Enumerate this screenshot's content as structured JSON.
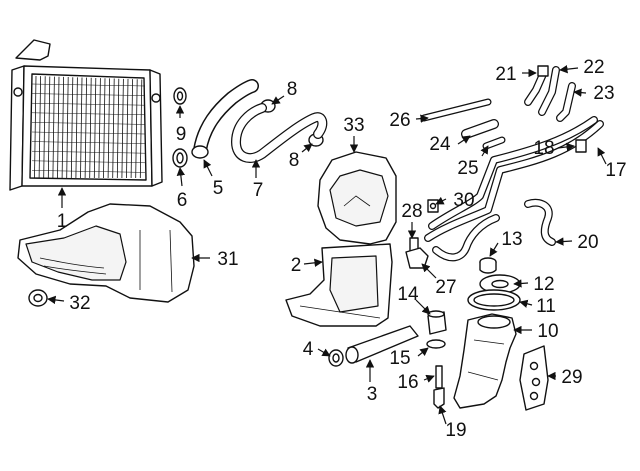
{
  "diagram": {
    "callouts": [
      "1",
      "2",
      "3",
      "4",
      "5",
      "6",
      "7",
      "8",
      "8",
      "9",
      "10",
      "11",
      "12",
      "13",
      "14",
      "15",
      "16",
      "17",
      "18",
      "19",
      "20",
      "21",
      "22",
      "23",
      "24",
      "25",
      "26",
      "27",
      "28",
      "29",
      "30",
      "31",
      "32",
      "33"
    ]
  }
}
